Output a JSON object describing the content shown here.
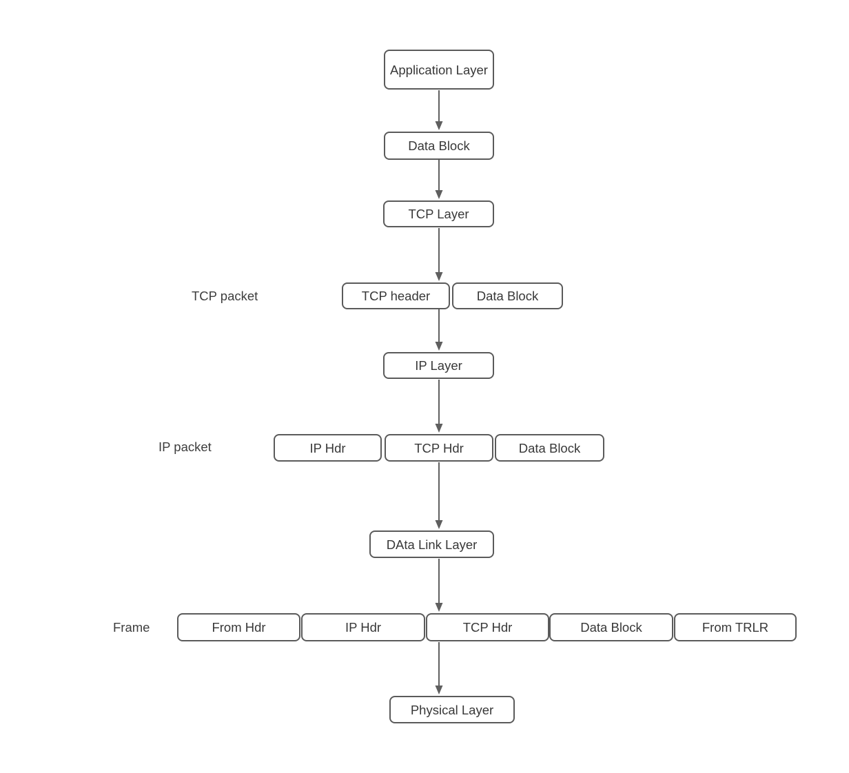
{
  "diagram": {
    "description": "TCP/IP data encapsulation flowchart",
    "colors": {
      "background": "#ffffff",
      "box_border": "#5a5a5a",
      "box_fill": "#ffffff",
      "text": "#383838",
      "arrow": "#5f5f5f"
    },
    "nodes": {
      "application_layer": "Application Layer",
      "data_block": "Data Block",
      "tcp_layer": "TCP Layer",
      "ip_layer": "IP Layer",
      "data_link_layer": "DAta Link Layer",
      "physical_layer": "Physical Layer"
    },
    "rows": {
      "tcp_packet": {
        "label": "TCP packet",
        "cells": [
          "TCP header",
          "Data Block"
        ]
      },
      "ip_packet": {
        "label": "IP packet",
        "cells": [
          "IP Hdr",
          "TCP Hdr",
          "Data Block"
        ]
      },
      "frame": {
        "label": "Frame",
        "cells": [
          "From Hdr",
          "IP Hdr",
          "TCP Hdr",
          "Data Block",
          "From TRLR"
        ]
      }
    }
  }
}
